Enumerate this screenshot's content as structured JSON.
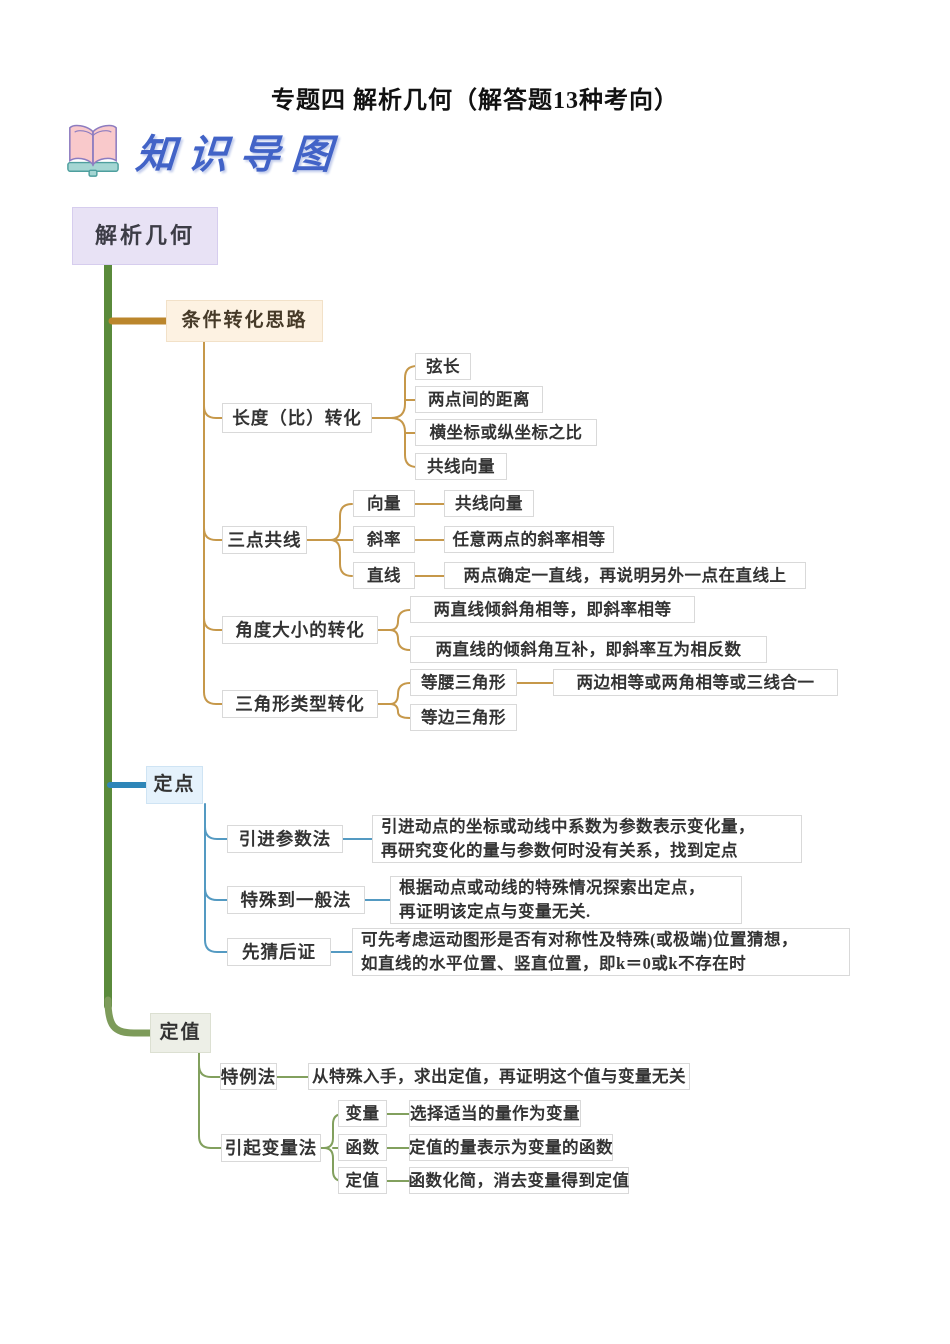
{
  "title": "专题四 解析几何（解答题13种考向）",
  "header": {
    "icon": "open-book-icon",
    "section_label": "知识导图",
    "label_color": "#4263c7"
  },
  "colors": {
    "trunk": "#5a8a3b",
    "branch_condition": "#bb862c",
    "branch_condition_light": "#c6984a",
    "branch_fixed_point": "#2e86b8",
    "branch_fixed_point_light": "#549ac2",
    "branch_fixed_value": "#7d9b5a",
    "branch_fixed_value_light": "#82a05e",
    "root_bg": "#e8e2f5",
    "condition_bg": "#fdf2e2",
    "fixed_point_bg": "#e5f2fc",
    "fixed_value_bg": "#edefe7"
  },
  "mindmap": {
    "root": {
      "label": "解析几何"
    },
    "branches": [
      {
        "label": "条件转化思路",
        "children": [
          {
            "label": "长度（比）转化",
            "leaves": [
              {
                "label": "弦长"
              },
              {
                "label": "两点间的距离"
              },
              {
                "label": "横坐标或纵坐标之比"
              },
              {
                "label": "共线向量"
              }
            ]
          },
          {
            "label": "三点共线",
            "pairs": [
              {
                "key": "向量",
                "value": "共线向量"
              },
              {
                "key": "斜率",
                "value": "任意两点的斜率相等"
              },
              {
                "key": "直线",
                "value": "两点确定一直线，再说明另外一点在直线上"
              }
            ]
          },
          {
            "label": "角度大小的转化",
            "leaves": [
              {
                "label": "两直线倾斜角相等，即斜率相等"
              },
              {
                "label": "两直线的倾斜角互补，即斜率互为相反数"
              }
            ]
          },
          {
            "label": "三角形类型转化",
            "pairs": [
              {
                "key": "等腰三角形",
                "value": "两边相等或两角相等或三线合一"
              },
              {
                "key": "等边三角形"
              }
            ]
          }
        ]
      },
      {
        "label": "定点",
        "children": [
          {
            "label": "引进参数法",
            "desc": "引进动点的坐标或动线中系数为参数表示变化量，\n再研究变化的量与参数何时没有关系，找到定点"
          },
          {
            "label": "特殊到一般法",
            "desc": "根据动点或动线的特殊情况探索出定点，\n再证明该定点与变量无关."
          },
          {
            "label": "先猜后证",
            "desc": "可先考虑运动图形是否有对称性及特殊(或极端)位置猜想，\n如直线的水平位置、竖直位置，即k＝0或k不存在时"
          }
        ]
      },
      {
        "label": "定值",
        "children": [
          {
            "label": "特例法",
            "desc": "从特殊入手，求出定值，再证明这个值与变量无关"
          },
          {
            "label": "引起变量法",
            "pairs": [
              {
                "key": "变量",
                "value": "选择适当的量作为变量"
              },
              {
                "key": "函数",
                "value": "定值的量表示为变量的函数"
              },
              {
                "key": "定值",
                "value": "函数化简，消去变量得到定值"
              }
            ]
          }
        ]
      }
    ]
  }
}
